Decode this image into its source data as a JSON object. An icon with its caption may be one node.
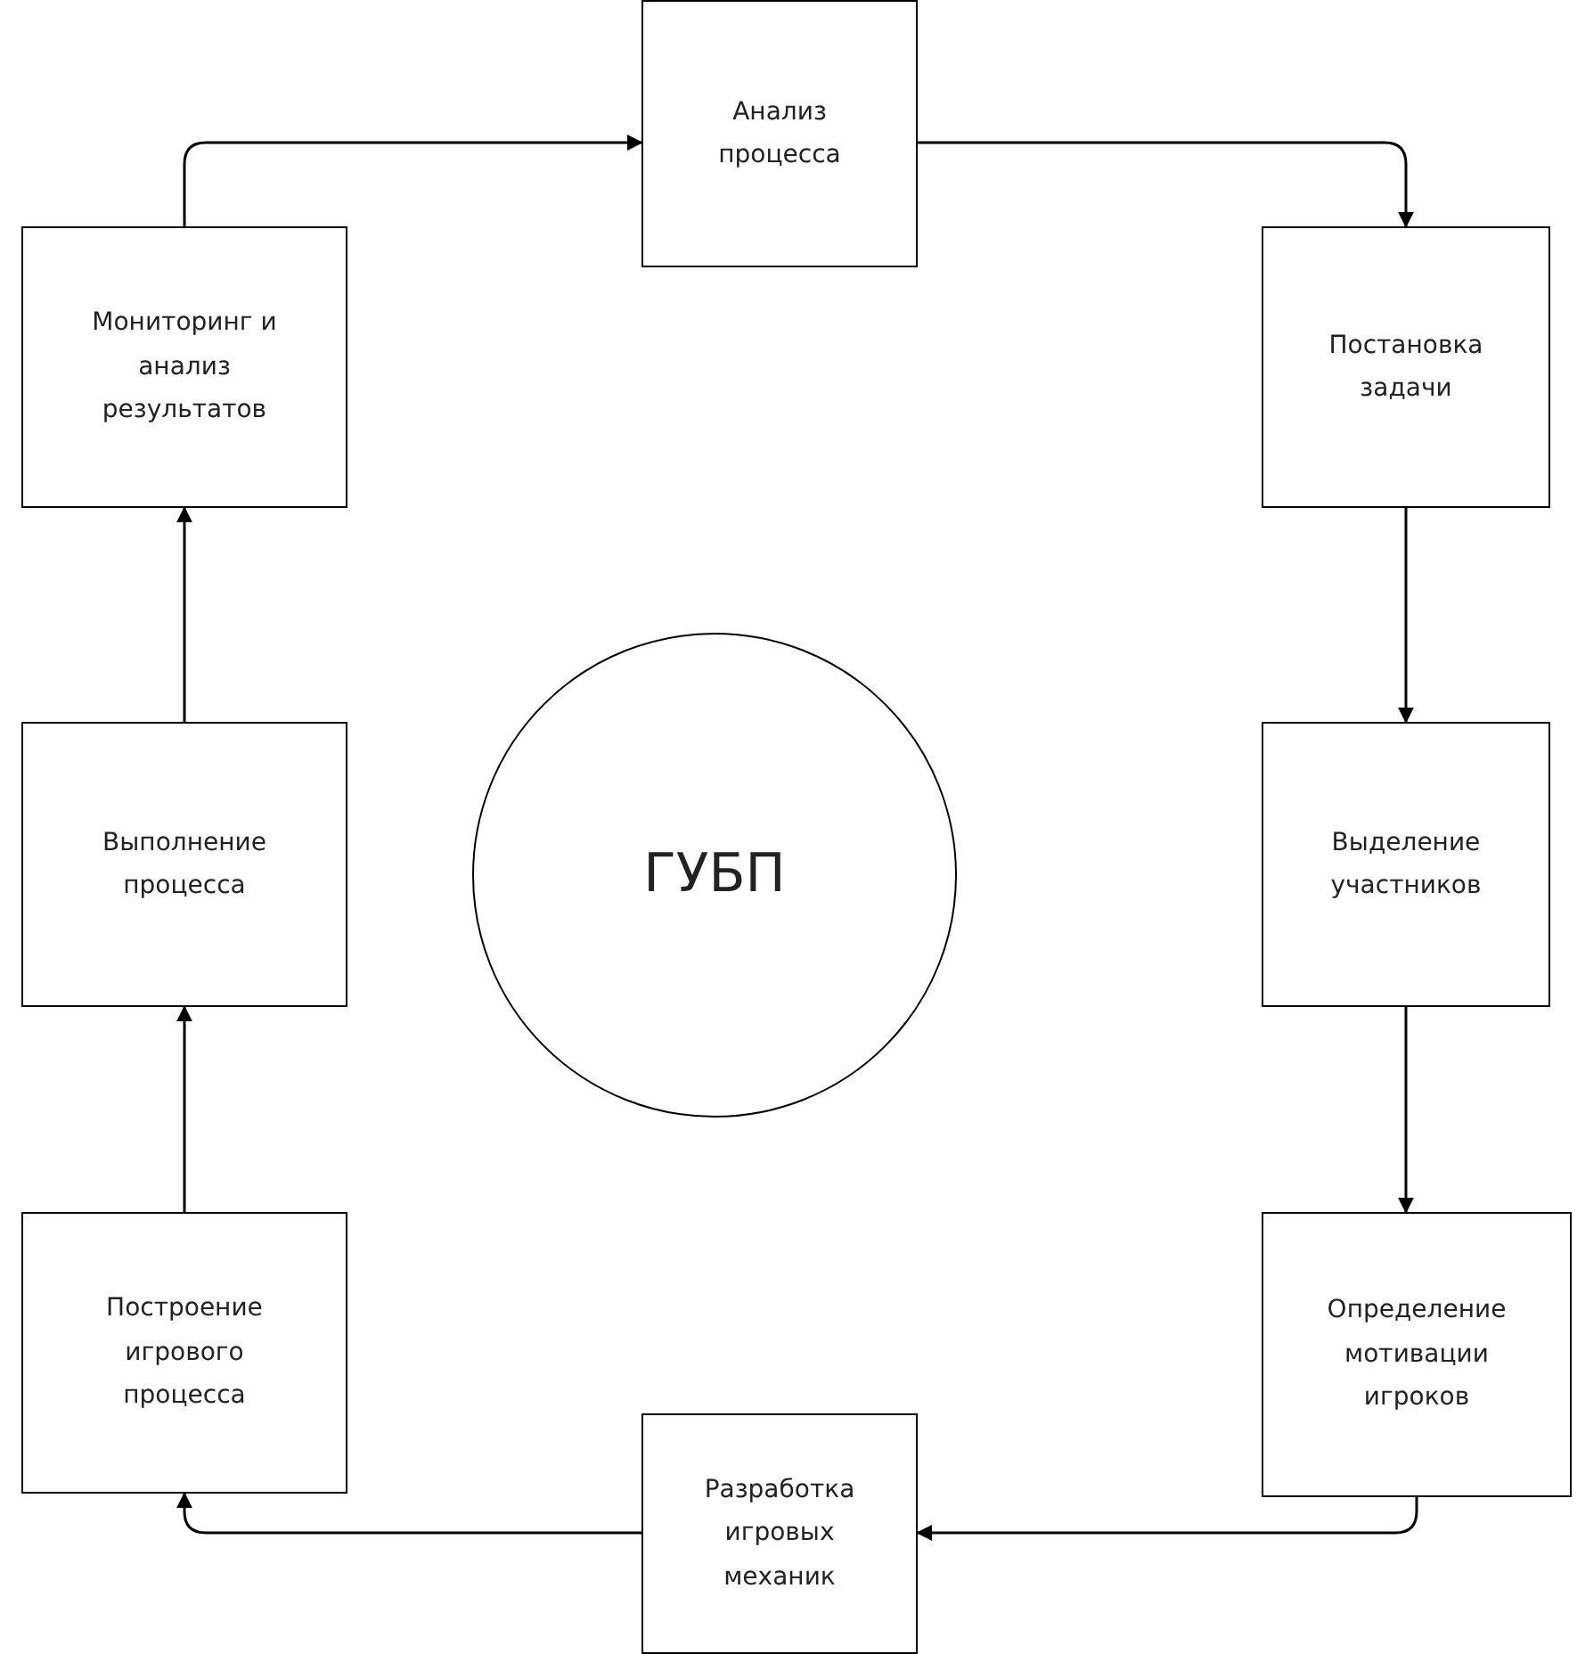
{
  "diagram": {
    "nodes": [
      {
        "text": [
          "Анализ процесса"
        ]
      },
      {
        "text": [
          "Постановка задачи"
        ]
      },
      {
        "text": [
          "Выделение участников"
        ]
      },
      {
        "text": [
          "Определение мотивации игроков"
        ]
      },
      {
        "text": [
          "Разработка игровых механик"
        ]
      },
      {
        "text": [
          "Построение игрового процесса"
        ]
      },
      {
        "text": [
          "Выполнение процесса"
        ]
      },
      {
        "text": [
          "Мониторинг и анализ результатов"
        ]
      },
      {
        "text": [
          "ГУБП"
        ]
      }
    ],
    "edges": [
      {
        "from": 0,
        "to": 1,
        "arrow": "to"
      },
      {
        "from": 1,
        "to": 2,
        "arrow": "to"
      },
      {
        "from": 2,
        "to": 3,
        "arrow": "to"
      },
      {
        "from": 3,
        "to": 4,
        "arrow": "to"
      },
      {
        "from": 4,
        "to": 5,
        "arrow": "to"
      },
      {
        "from": 5,
        "to": 6,
        "arrow": "to"
      },
      {
        "from": 6,
        "to": 7,
        "arrow": "to"
      },
      {
        "from": 7,
        "to": 0,
        "arrow": "to"
      }
    ]
  }
}
